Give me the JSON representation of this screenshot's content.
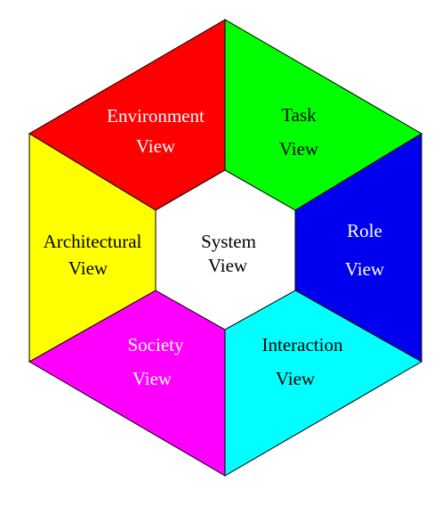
{
  "segments": [
    {
      "id": "environment",
      "line1": "Environment",
      "line2": "View",
      "fill": "#ff0000",
      "text_color": "#ffffff"
    },
    {
      "id": "task",
      "line1": "Task",
      "line2": "View",
      "fill": "#00ff00",
      "text_color": "#000000"
    },
    {
      "id": "role",
      "line1": "Role",
      "line2": "View",
      "fill": "#0000ee",
      "text_color": "#ffffff"
    },
    {
      "id": "interaction",
      "line1": "Interaction",
      "line2": "View",
      "fill": "#00ffff",
      "text_color": "#000000"
    },
    {
      "id": "society",
      "line1": "Society",
      "line2": "View",
      "fill": "#ff00ff",
      "text_color": "#ffffff"
    },
    {
      "id": "architectural",
      "line1": "Architectural",
      "line2": "View",
      "fill": "#ffff00",
      "text_color": "#000000"
    }
  ],
  "center": {
    "line1": "System",
    "line2": "View",
    "fill": "#ffffff",
    "text_color": "#000000"
  }
}
